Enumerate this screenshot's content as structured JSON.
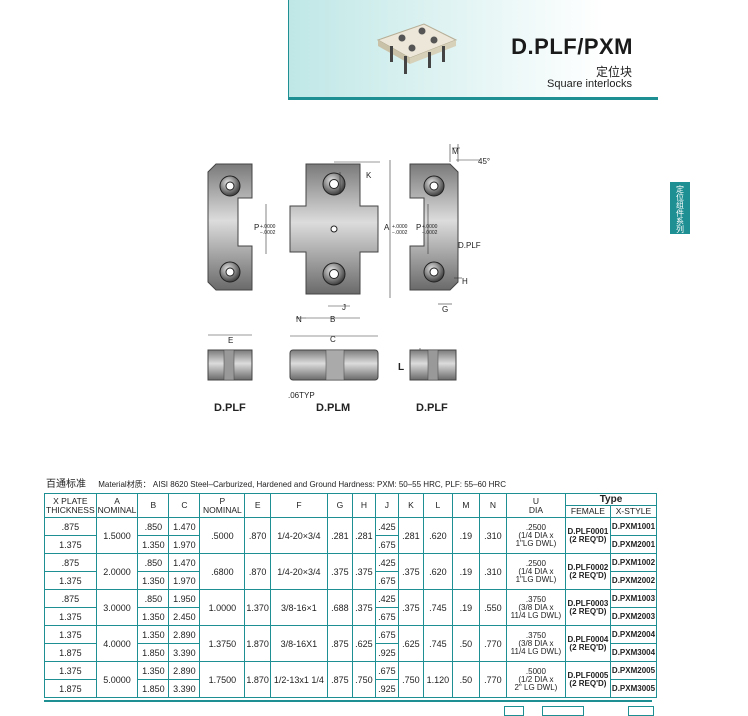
{
  "header": {
    "title": "D.PLF/PXM",
    "subtitle_cn": "定位块",
    "subtitle_en": "Square interlocks"
  },
  "side_tab": {
    "label": "定位组件系列"
  },
  "drawing": {
    "labels": {
      "k": "K",
      "m": "M",
      "angle": "45°",
      "p": "P",
      "p_tol_1": "+.0000",
      "p_tol_2": "−.0002",
      "a": "A",
      "a_tol_1": "+.0000",
      "a_tol_2": "−.0002",
      "plf_label": "D.PLF",
      "h": "H",
      "j": "J",
      "n": "N",
      "b": "B",
      "g": "G",
      "e": "E",
      "c": "C",
      "l": "L",
      "typ": ".06TYP"
    },
    "captions": {
      "left": "D.PLF",
      "middle": "D.PLM",
      "right": "D.PLF"
    }
  },
  "material": {
    "title_cn": "百通标准",
    "text": "Material材质： AISI 8620 Steel–Carburized, Hardened and Ground Hardness: PXM: 50–55 HRC, PLF: 55–60 HRC"
  },
  "table": {
    "headers": {
      "x_plate": "X PLATE",
      "thickness": "THICKNESS",
      "a": "A",
      "a_sub": "NOMINAL",
      "b": "B",
      "c": "C",
      "p": "P",
      "p_sub": "NOMINAL",
      "e": "E",
      "f": "F",
      "g": "G",
      "h": "H",
      "j": "J",
      "k": "K",
      "l": "L",
      "m": "M",
      "n": "N",
      "u": "U",
      "u_sub": "DIA",
      "type": "Type",
      "female": "FEMALE",
      "x_style": "X-STYLE"
    },
    "groups": [
      {
        "thick": [
          ".875",
          "1.375"
        ],
        "a": "1.5000",
        "b": [
          ".850",
          "1.350"
        ],
        "c": [
          "1.470",
          "1.970"
        ],
        "p": ".5000",
        "e": ".870",
        "f": "1/4-20×3/4",
        "g": ".281",
        "h": ".281",
        "j": [
          ".425",
          ".675"
        ],
        "k": ".281",
        "l": ".620",
        "m": ".19",
        "n": ".310",
        "u1": ".2500",
        "u2": "(1/4 DIA x",
        "u3": "1\"LG DWL)",
        "female1": "D.PLF0001",
        "female2": "(2 REQ'D)",
        "xstyle": [
          "D.PXM1001",
          "D.PXM2001"
        ]
      },
      {
        "thick": [
          ".875",
          "1.375"
        ],
        "a": "2.0000",
        "b": [
          ".850",
          "1.350"
        ],
        "c": [
          "1.470",
          "1.970"
        ],
        "p": ".6800",
        "e": ".870",
        "f": "1/4-20×3/4",
        "g": ".375",
        "h": ".375",
        "j": [
          ".425",
          ".675"
        ],
        "k": ".375",
        "l": ".620",
        "m": ".19",
        "n": ".310",
        "u1": ".2500",
        "u2": "(1/4 DIA x",
        "u3": "1\"LG DWL)",
        "female1": "D.PLF0002",
        "female2": "(2 REQ'D)",
        "xstyle": [
          "D.PXM1002",
          "D.PXM2002"
        ]
      },
      {
        "thick": [
          ".875",
          "1.375"
        ],
        "a": "3.0000",
        "b": [
          ".850",
          "1.350"
        ],
        "c": [
          "1.950",
          "2.450"
        ],
        "p": "1.0000",
        "e": "1.370",
        "f": "3/8-16×1",
        "g": ".688",
        "h": ".375",
        "j": [
          ".425",
          ".675"
        ],
        "k": ".375",
        "l": ".745",
        "m": ".19",
        "n": ".550",
        "u1": ".3750",
        "u2": "(3/8 DIA x",
        "u3": "11/4 LG DWL)",
        "female1": "D.PLF0003",
        "female2": "(2 REQ'D)",
        "xstyle": [
          "D.PXM1003",
          "D.PXM2003"
        ]
      },
      {
        "thick": [
          "1.375",
          "1.875"
        ],
        "a": "4.0000",
        "b": [
          "1.350",
          "1.850"
        ],
        "c": [
          "2.890",
          "3.390"
        ],
        "p": "1.3750",
        "e": "1.870",
        "f": "3/8-16X1",
        "g": ".875",
        "h": ".625",
        "j": [
          ".675",
          ".925"
        ],
        "k": ".625",
        "l": ".745",
        "m": ".50",
        "n": ".770",
        "u1": ".3750",
        "u2": "(3/8 DIA x",
        "u3": "11/4 LG DWL)",
        "female1": "D.PLF0004",
        "female2": "(2 REQ'D)",
        "xstyle": [
          "D.PXM2004",
          "D.PXM3004"
        ]
      },
      {
        "thick": [
          "1.375",
          "1.875"
        ],
        "a": "5.0000",
        "b": [
          "1.350",
          "1.850"
        ],
        "c": [
          "2.890",
          "3.390"
        ],
        "p": "1.7500",
        "e": "1.870",
        "f": "1/2-13x1 1/4",
        "g": ".875",
        "h": ".750",
        "j": [
          ".675",
          ".925"
        ],
        "k": ".750",
        "l": "1.120",
        "m": ".50",
        "n": ".770",
        "u1": ".5000",
        "u2": "(1/2 DIA x",
        "u3": "2\" LG DWL)",
        "female1": "D.PLF0005",
        "female2": "(2 REQ'D)",
        "xstyle": [
          "D.PXM2005",
          "D.PXM3005"
        ]
      }
    ]
  }
}
